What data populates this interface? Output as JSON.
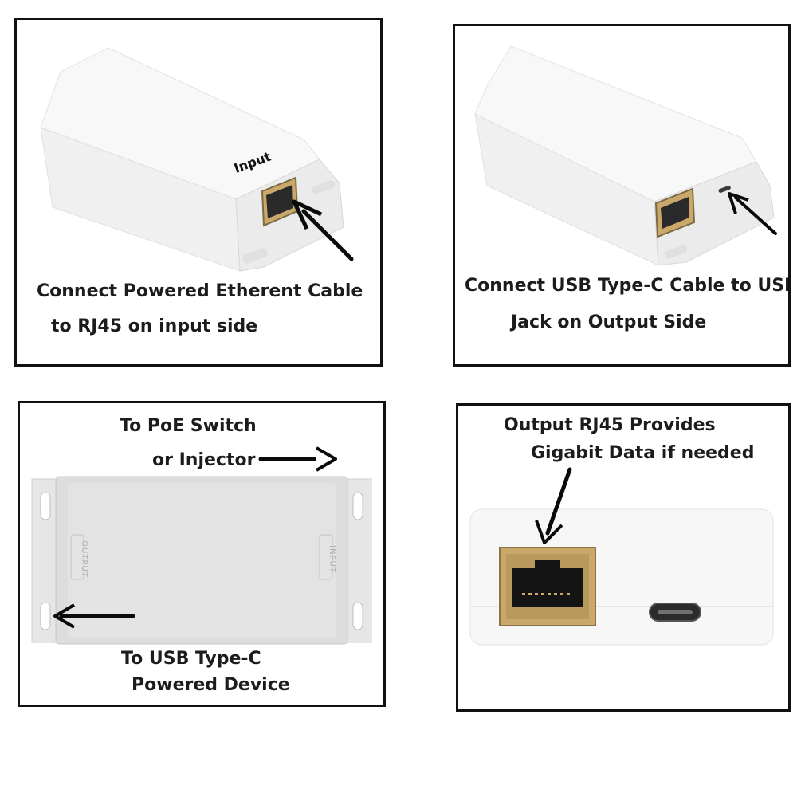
{
  "colors": {
    "border": "#111111",
    "text": "#1c1c1c",
    "device_white": "#f7f7f7",
    "device_silver": "#dcdcdc",
    "rj45_gold": "#c9a86a",
    "arrow": "#0a0a0a"
  },
  "panels": [
    {
      "device_label": "Input",
      "caption_lines": [
        "Connect Powered Etherent Cable",
        "to RJ45 on input side"
      ]
    },
    {
      "caption_lines": [
        "Connect USB Type-C Cable to USB",
        "Jack on Output Side"
      ]
    },
    {
      "top_lines": [
        "To PoE Switch",
        "or Injector"
      ],
      "bottom_lines": [
        "To USB Type-C",
        "Powered Device"
      ],
      "side_left_label": "OUTPUT",
      "side_right_label": "INPUT"
    },
    {
      "top_lines": [
        "Output RJ45 Provides",
        "Gigabit Data if needed"
      ]
    }
  ]
}
